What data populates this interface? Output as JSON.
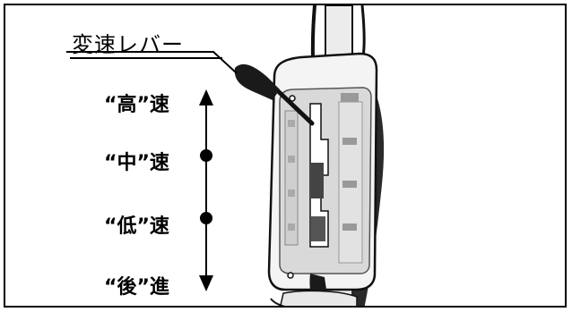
{
  "title": "変速レバー",
  "speeds": [
    {
      "label": "“高”速"
    },
    {
      "label": "“中”速"
    },
    {
      "label": "“低”速"
    },
    {
      "label": "“後”進"
    }
  ]
}
